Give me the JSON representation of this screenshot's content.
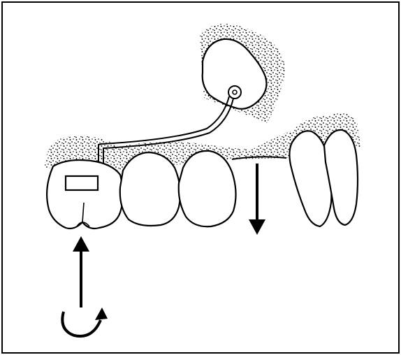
{
  "figure": {
    "background": "#ffffff",
    "line_color": "#000000",
    "elements": [
      "crown-on-left-tooth",
      "cantilever-spring-arm",
      "palatal-coil",
      "upper-incisor-teeth",
      "stippled-gingiva",
      "downward-force-arrow",
      "upward-force-arrow",
      "rotation-arrow"
    ]
  }
}
